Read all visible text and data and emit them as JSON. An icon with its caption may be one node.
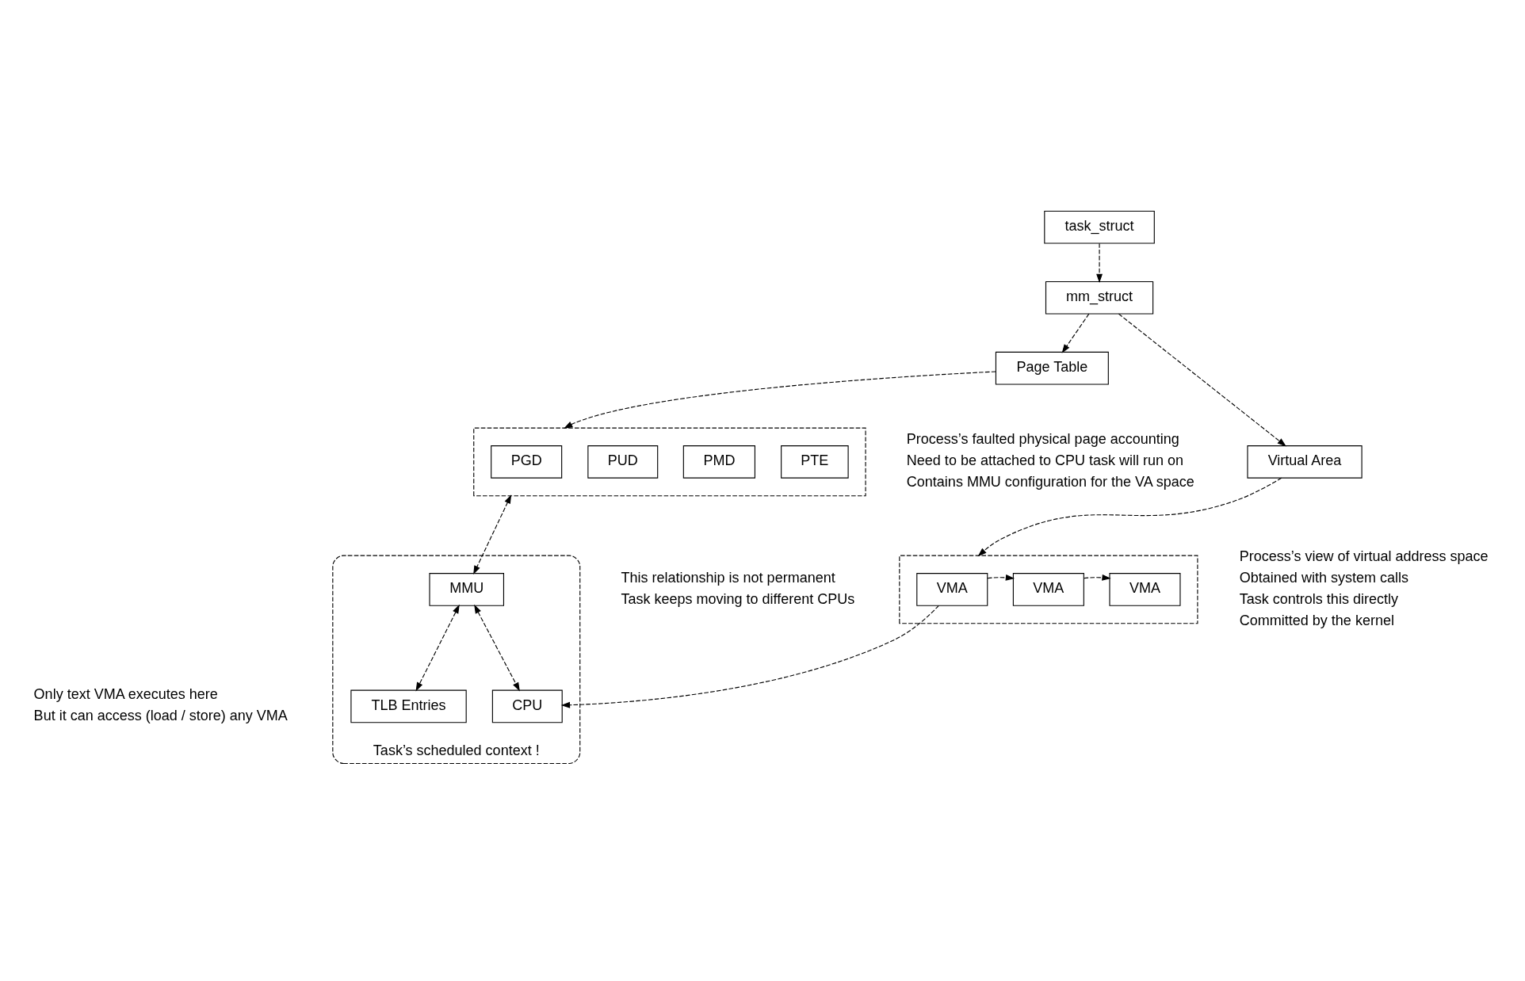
{
  "diagram": {
    "nodes": [
      {
        "text": [
          "task_struct"
        ]
      },
      {
        "text": [
          "mm_struct"
        ]
      },
      {
        "text": [
          "Page Table"
        ]
      },
      {
        "text": [
          "Virtual Area"
        ]
      },
      {
        "text": [],
        "shape": "box"
      },
      {
        "text": [
          "PGD"
        ],
        "in": 4
      },
      {
        "text": [
          "PUD"
        ],
        "in": 4
      },
      {
        "text": [
          "PMD"
        ],
        "in": 4
      },
      {
        "text": [
          "PTE"
        ],
        "in": 4
      },
      {
        "text": [],
        "shape": "box"
      },
      {
        "text": [
          "VMA"
        ],
        "in": 9
      },
      {
        "text": [
          "VMA"
        ],
        "in": 9
      },
      {
        "text": [
          "VMA"
        ],
        "in": 9
      },
      {
        "text": [
          "Task’s scheduled context !"
        ]
      },
      {
        "text": [
          "MMU"
        ],
        "in": 13
      },
      {
        "text": [
          "CPU"
        ],
        "in": 13
      },
      {
        "text": [
          "TLB Entries"
        ],
        "in": 13
      }
    ],
    "edges": [
      {
        "from": 0,
        "to": 1,
        "arrow": "to",
        "style": "dashed"
      },
      {
        "from": 1,
        "to": 2,
        "arrow": "to",
        "style": "dashed"
      },
      {
        "from": 1,
        "to": 3,
        "arrow": "to",
        "style": "dashed"
      },
      {
        "from": 2,
        "to": 4,
        "arrow": "to",
        "style": "dashed"
      },
      {
        "from": 3,
        "to": 9,
        "arrow": "to",
        "style": "dashed"
      },
      {
        "from": 10,
        "to": 11,
        "arrow": "to",
        "style": "dashed"
      },
      {
        "from": 11,
        "to": 12,
        "arrow": "to",
        "style": "dashed"
      },
      {
        "from": 4,
        "to": 14,
        "arrow": "both",
        "style": "dashed"
      },
      {
        "from": 10,
        "to": 15,
        "arrow": "to",
        "style": "dashed"
      },
      {
        "from": 14,
        "to": 15,
        "arrow": "both",
        "style": "dashed"
      },
      {
        "from": 14,
        "to": 16,
        "arrow": "both",
        "style": "dashed"
      }
    ],
    "labels": [
      "Process’s view of virtual address space",
      "Obtained with system calls",
      "Task controls this directly",
      "Committed by the kernel",
      "Process’s faulted physical page accounting",
      "Need to be attached to CPU task will run on",
      "Contains MMU configuration for the VA space",
      "This relationship is not permanent",
      "Task keeps moving to different CPUs",
      "Only text VMA executes here",
      "But it can access (load / store) any VMA"
    ]
  }
}
